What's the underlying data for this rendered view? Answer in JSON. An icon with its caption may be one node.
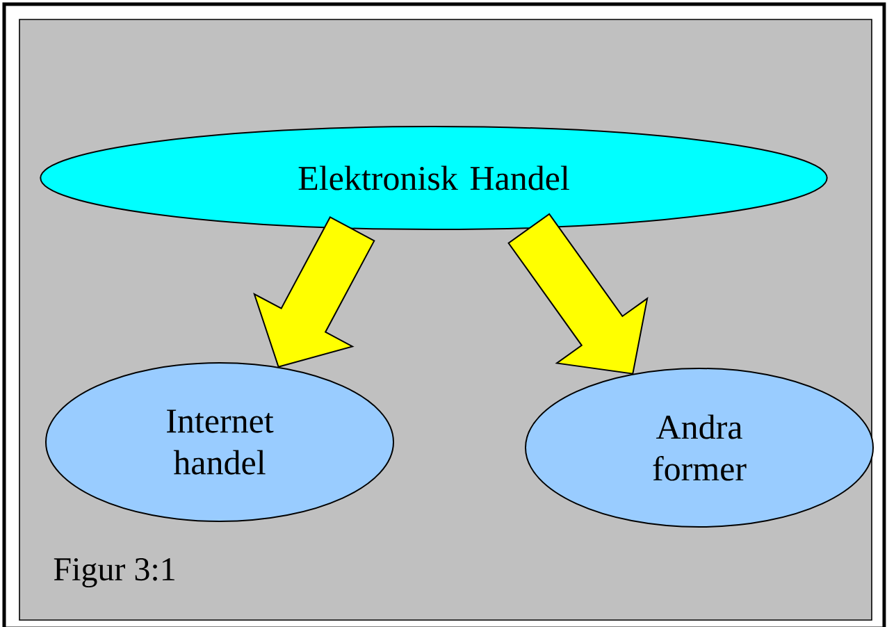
{
  "diagram": {
    "nodes": [
      {
        "text": [
          "Elektronisk Handel"
        ]
      },
      {
        "text": [
          "Internet handel"
        ]
      },
      {
        "text": [
          "Andra former"
        ]
      }
    ],
    "edges": [
      {
        "from": 0,
        "to": 1,
        "arrow": "to"
      },
      {
        "from": 0,
        "to": 2,
        "arrow": "to"
      }
    ],
    "labels": [
      "Figur 3:1"
    ]
  }
}
